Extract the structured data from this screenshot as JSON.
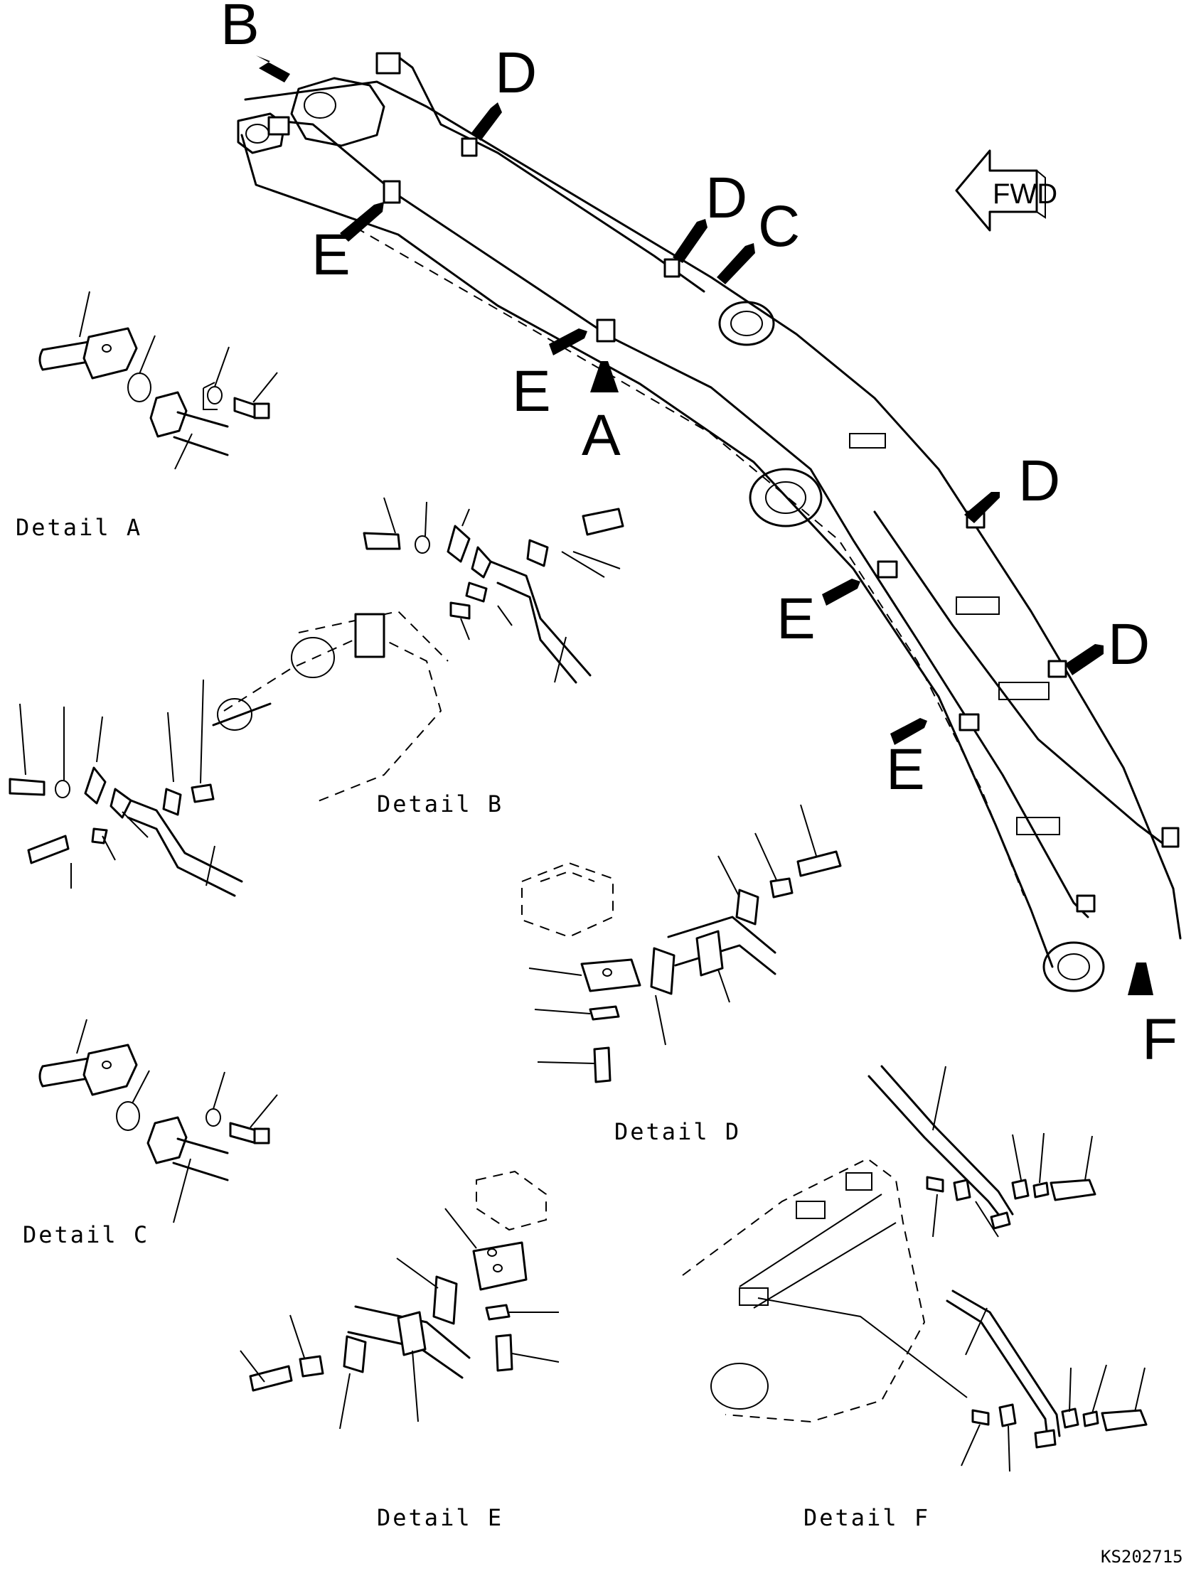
{
  "callouts": {
    "b": "B",
    "d1": "D",
    "d2": "D",
    "c": "C",
    "e1": "E",
    "e2": "E",
    "a": "A",
    "d3": "D",
    "e3": "E",
    "d4": "D",
    "e4": "E",
    "f": "F"
  },
  "fwd_label": "FWD",
  "captions": {
    "detail_a": "Detail A",
    "detail_b": "Detail B",
    "detail_c": "Detail C",
    "detail_d": "Detail D",
    "detail_e": "Detail E",
    "detail_f": "Detail F"
  },
  "drawing_code": "KS202715"
}
